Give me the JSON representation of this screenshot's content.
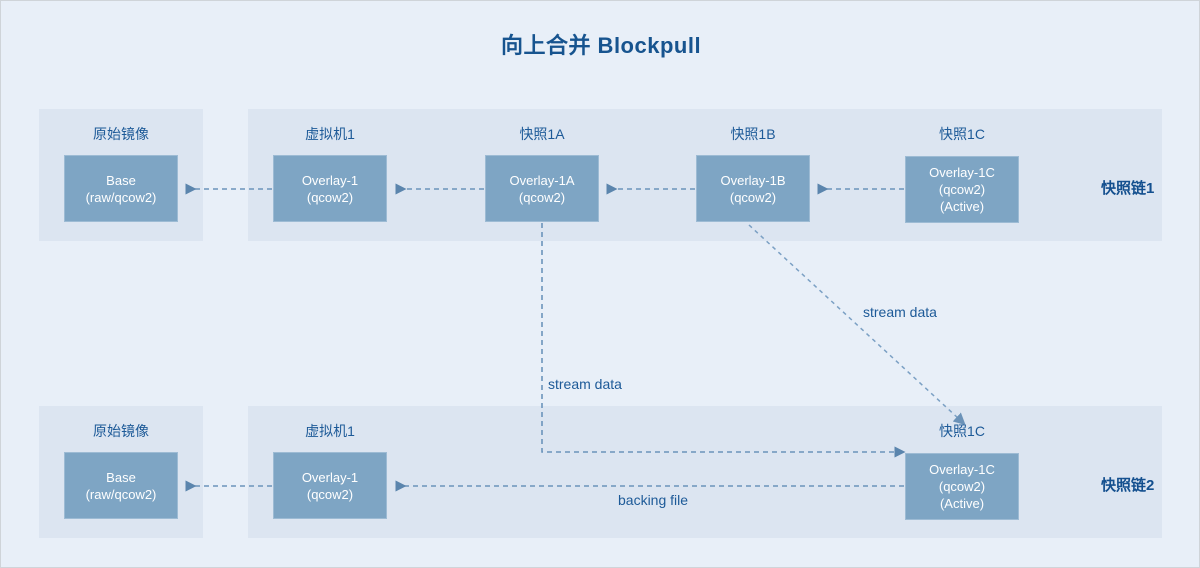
{
  "diagram": {
    "title": "向上合并 Blockpull",
    "accent_color": "#17548f",
    "node_color": "#7ea5c4",
    "panel_color": "#dce5f1",
    "background_color": "#e8eff8"
  },
  "chains": [
    {
      "id": "chain1",
      "label": "快照链1",
      "panels": [
        {
          "caption": "原始镜像",
          "node": "Base\n(raw/qcow2)"
        },
        {
          "caption": "虚拟机1",
          "node": "Overlay-1\n(qcow2)"
        },
        {
          "caption": "快照1A",
          "node": "Overlay-1A\n(qcow2)"
        },
        {
          "caption": "快照1B",
          "node": "Overlay-1B\n(qcow2)"
        },
        {
          "caption": "快照1C",
          "node": "Overlay-1C\n(qcow2)\n(Active)"
        }
      ]
    },
    {
      "id": "chain2",
      "label": "快照链2",
      "panels": [
        {
          "caption": "原始镜像",
          "node": "Base\n(raw/qcow2)"
        },
        {
          "caption": "虚拟机1",
          "node": "Overlay-1\n(qcow2)"
        },
        {
          "caption": "快照1C",
          "node": "Overlay-1C\n(qcow2)\n(Active)"
        }
      ]
    }
  ],
  "edge_labels": {
    "stream_data_diagonal": "stream data",
    "stream_data_vertical": "stream data",
    "backing_file": "backing file"
  }
}
